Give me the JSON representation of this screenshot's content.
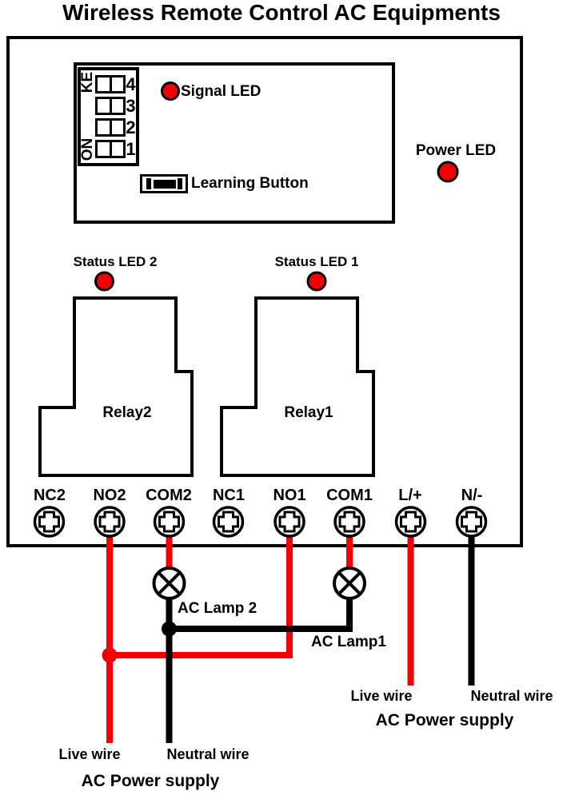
{
  "title": "Wireless Remote Control AC Equipments",
  "colors": {
    "wire_red": "#f40000",
    "wire_black": "#000000",
    "led_red": "#f40000"
  },
  "control_panel": {
    "dip_switch": {
      "side_top": "KE",
      "side_bottom": "ON",
      "positions": [
        "4",
        "3",
        "2",
        "1"
      ]
    },
    "signal_led_label": "Signal LED",
    "learning_button_label": "Learning Button",
    "power_led_label": "Power LED"
  },
  "relays": [
    {
      "label": "Relay2",
      "status_led": "Status LED 2"
    },
    {
      "label": "Relay1",
      "status_led": "Status LED 1"
    }
  ],
  "terminals": [
    "NC2",
    "NO2",
    "COM2",
    "NC1",
    "NO1",
    "COM1",
    "L/+",
    "N/-"
  ],
  "wiring": {
    "lamp2_label": "AC Lamp 2",
    "lamp1_label": "AC Lamp1",
    "left": {
      "live": "Live wire",
      "neutral": "Neutral wire",
      "supply": "AC Power supply"
    },
    "right": {
      "live": "Live wire",
      "neutral": "Neutral wire",
      "supply": "AC Power supply"
    }
  }
}
